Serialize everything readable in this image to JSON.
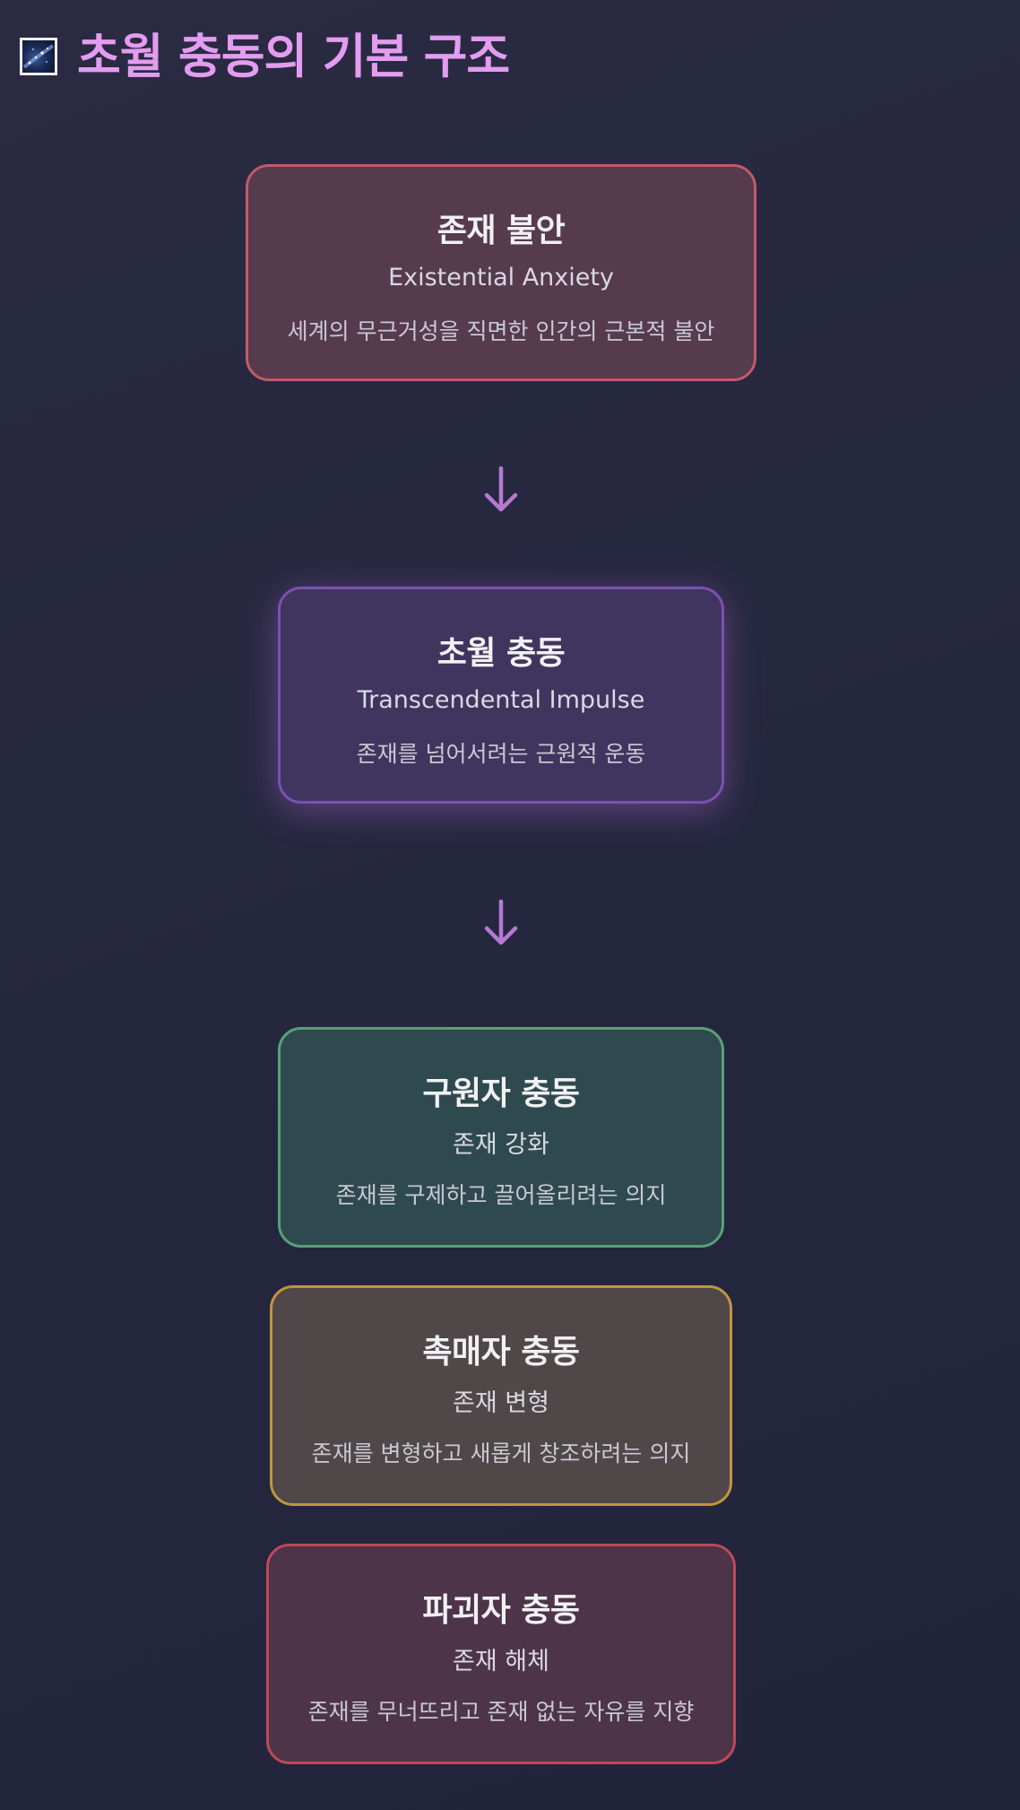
{
  "header": {
    "icon": "milky-way-icon",
    "title": "초월 충동의 기본 구조"
  },
  "flow": {
    "anxiety": {
      "title": "존재 불안",
      "subtitle": "Existential Anxiety",
      "description": "세계의 무근거성을 직면한 인간의 근본적 불안"
    },
    "impulse": {
      "title": "초월 충동",
      "subtitle": "Transcendental Impulse",
      "description": "존재를 넘어서려는 근원적 운동"
    }
  },
  "branches": {
    "savior": {
      "title": "구원자 충동",
      "subtitle": "존재 강화",
      "description": "존재를 구제하고 끌어올리려는 의지"
    },
    "catalyst": {
      "title": "촉매자 충동",
      "subtitle": "존재 변형",
      "description": "존재를 변형하고 새롭게 창조하려는 의지"
    },
    "destroyer": {
      "title": "파괴자 충동",
      "subtitle": "존재 해체",
      "description": "존재를 무너뜨리고 존재 없는 자유를 지향"
    }
  },
  "colors": {
    "title": "#e39cf0",
    "arrow": "#b47ad0",
    "anxiety_border": "#c25a68",
    "impulse_border": "#7c50b4",
    "savior_border": "#58a079",
    "catalyst_border": "#c1953f",
    "destroyer_border": "#c04859"
  }
}
